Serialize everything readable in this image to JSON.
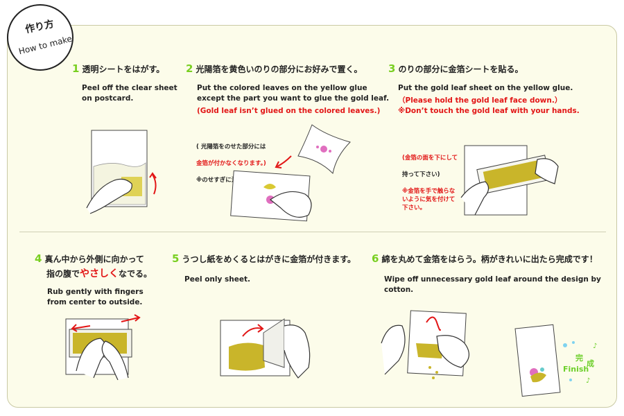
{
  "badge": {
    "jp": "作り方",
    "en": "How to make"
  },
  "colors": {
    "accent_green": "#79cf21",
    "warning_red": "#e21616",
    "panel_bg": "#fcfcea",
    "gold": "#c9b52a"
  },
  "steps": [
    {
      "num": "1",
      "jp": "透明シートをはがす。",
      "en": "Peel off the clear sheet\non postcard."
    },
    {
      "num": "2",
      "jp": "光陽箔を黄色いのりの部分にお好みで置く。",
      "en": "Put the colored leaves on the yellow glue\nexcept the part you want to glue the gold leaf.",
      "en_red": "(Gold leaf isn’t glued on the colored leaves.)",
      "note_1": "( 光陽箔をのせた部分には",
      "note_red": "金箔が付かなくなります。)",
      "note_2": "※のせすぎに注意！"
    },
    {
      "num": "3",
      "jp": "のりの部分に金箔シートを貼る。",
      "en": "Put the gold leaf sheet on the yellow glue.",
      "en_red": "（Please hold the gold leaf face down.）\n※Don’t touch the gold leaf with your hands.",
      "note_red_1": "(金箔の面を下にして",
      "note_1": "持って下さい)",
      "note_red_2": "※金箔を手で触らな\nいように気を付けて\n下さい。"
    },
    {
      "num": "4",
      "jp_1": "真ん中から外側に向かって",
      "jp_2a": "指の腹で",
      "jp_2b": "やさしく",
      "jp_2c": "なでる。",
      "en": "Rub gently with fingers\nfrom center to outside."
    },
    {
      "num": "5",
      "jp": "うつし紙をめくるとはがきに金箔が付きます。",
      "en": "Peel only sheet."
    },
    {
      "num": "6",
      "jp": "綿を丸めて金箔をはらう。柄がきれいに出たら完成です！",
      "en": "Wipe off unnecessary gold leaf around the design by cotton.",
      "finish_jp_1": "完",
      "finish_jp_2": "成",
      "finish_en": "Finish"
    }
  ]
}
